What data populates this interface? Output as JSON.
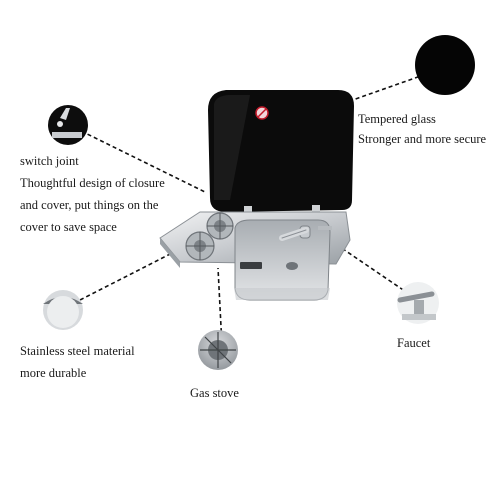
{
  "colors": {
    "background": "#ffffff",
    "glass": "#0a0a0a",
    "steel_light": "#e6e8ea",
    "steel_mid": "#b9bdc1",
    "steel_dark": "#8b9095",
    "text": "#1a1a1a"
  },
  "labels": {
    "tempered_glass": {
      "title": "Tempered glass",
      "detail": "Stronger and more secure"
    },
    "switch_joint": {
      "title": "switch joint",
      "line1": "Thoughtful design of closure",
      "line2": "and cover, put things on the",
      "line3": "cover to save space"
    },
    "stainless": {
      "line1": "Stainless steel material",
      "line2": "more durable"
    },
    "faucet": {
      "title": "Faucet"
    },
    "gas_stove": {
      "title": "Gas stove"
    }
  },
  "icons": {
    "glass_circle": "black-glass-swatch-icon",
    "hinge_circle": "hinge-detail-icon",
    "steel_circle": "steel-sample-icon",
    "faucet_circle": "faucet-detail-icon",
    "stove_circle": "burner-detail-icon"
  }
}
